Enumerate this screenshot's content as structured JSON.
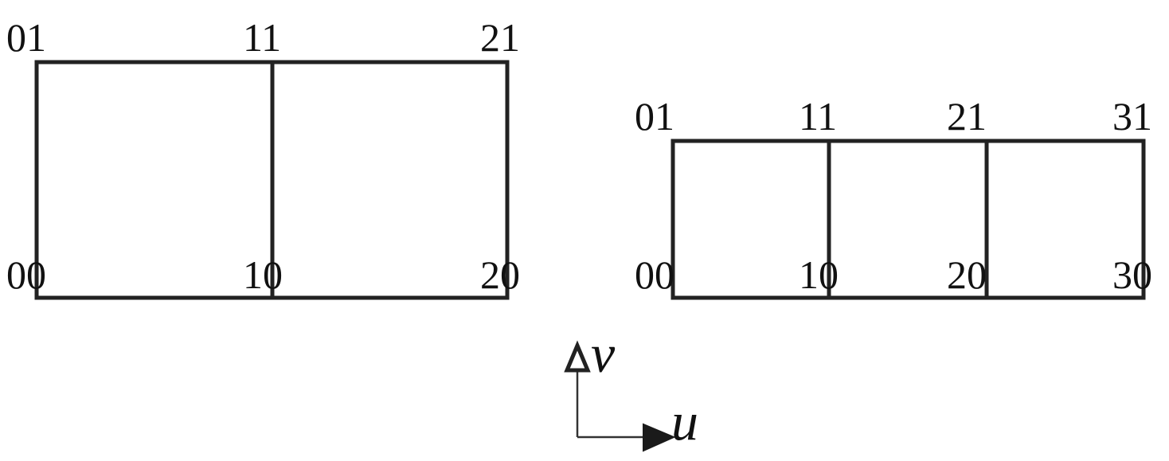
{
  "diagram": {
    "left_grid": {
      "cells_u": 2,
      "cells_v": 1,
      "labels_top": [
        "01",
        "11",
        "21"
      ],
      "labels_bottom": [
        "00",
        "10",
        "20"
      ]
    },
    "right_grid": {
      "cells_u": 3,
      "cells_v": 1,
      "labels_top": [
        "01",
        "11",
        "21",
        "31"
      ],
      "labels_bottom": [
        "00",
        "10",
        "20",
        "30"
      ]
    },
    "axes": {
      "u_label": "u",
      "v_label": "v"
    },
    "colors": {
      "line": "#222222",
      "text": "#111111",
      "background": "#ffffff"
    }
  }
}
